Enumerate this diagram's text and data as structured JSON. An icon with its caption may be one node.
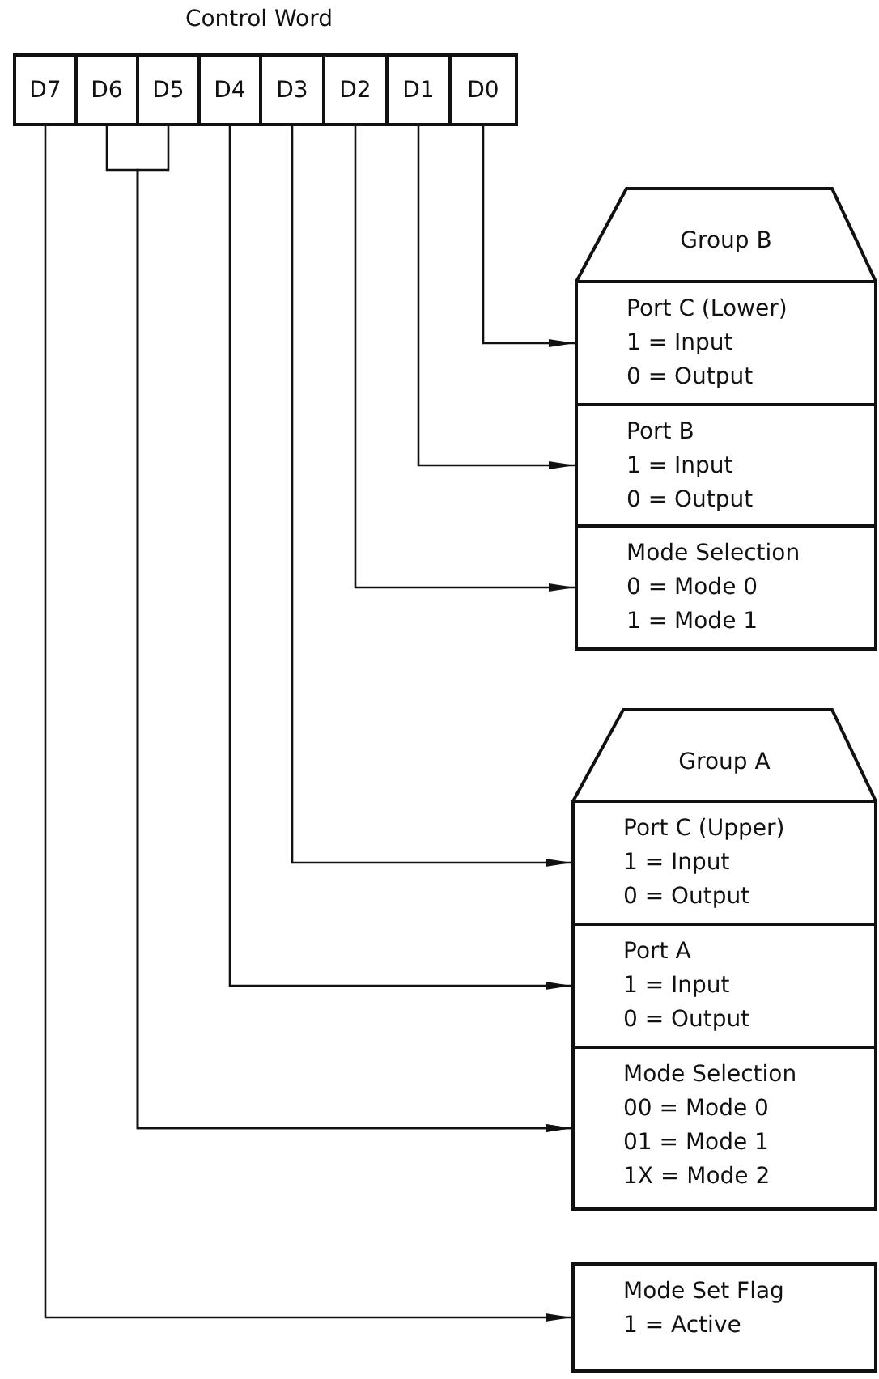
{
  "diagram": {
    "title": "Control Word",
    "nodes": [
      {
        "text": [
          "D7"
        ]
      },
      {
        "text": [
          "D6"
        ]
      },
      {
        "text": [
          "D5"
        ]
      },
      {
        "text": [
          "D4"
        ]
      },
      {
        "text": [
          "D3"
        ]
      },
      {
        "text": [
          "D2"
        ]
      },
      {
        "text": [
          "D1"
        ]
      },
      {
        "text": [
          "D0"
        ]
      },
      {
        "text": [
          "Group B"
        ]
      },
      {
        "text": [
          "Port C (Lower)",
          "1 = Input",
          "0 = Output"
        ]
      },
      {
        "text": [
          "Port B",
          "1 = Input",
          "0 = Output"
        ]
      },
      {
        "text": [
          "Mode Selection",
          "0 = Mode 0",
          "1 = Mode 1"
        ]
      },
      {
        "text": [
          "Group A"
        ]
      },
      {
        "text": [
          "Port C (Upper)",
          "1 = Input",
          "0 = Output"
        ]
      },
      {
        "text": [
          "Port A",
          "1 = Input",
          "0 = Output"
        ]
      },
      {
        "text": [
          "Mode Selection",
          "00 = Mode 0",
          "01 = Mode 1",
          "1X = Mode 2"
        ]
      },
      {
        "text": [
          "Mode Set Flag",
          "1 = Active"
        ]
      }
    ],
    "edges": [
      {
        "from": 7,
        "to": 9,
        "arrow": "to"
      },
      {
        "from": 6,
        "to": 10,
        "arrow": "to"
      },
      {
        "from": 5,
        "to": 11,
        "arrow": "to"
      },
      {
        "from": 4,
        "to": 13,
        "arrow": "to"
      },
      {
        "from": 3,
        "to": 14,
        "arrow": "to"
      },
      {
        "from": 1,
        "to": 15,
        "arrow": "to"
      },
      {
        "from": 2,
        "to": 15,
        "arrow": "to"
      },
      {
        "from": 0,
        "to": 16,
        "arrow": "to"
      }
    ]
  }
}
